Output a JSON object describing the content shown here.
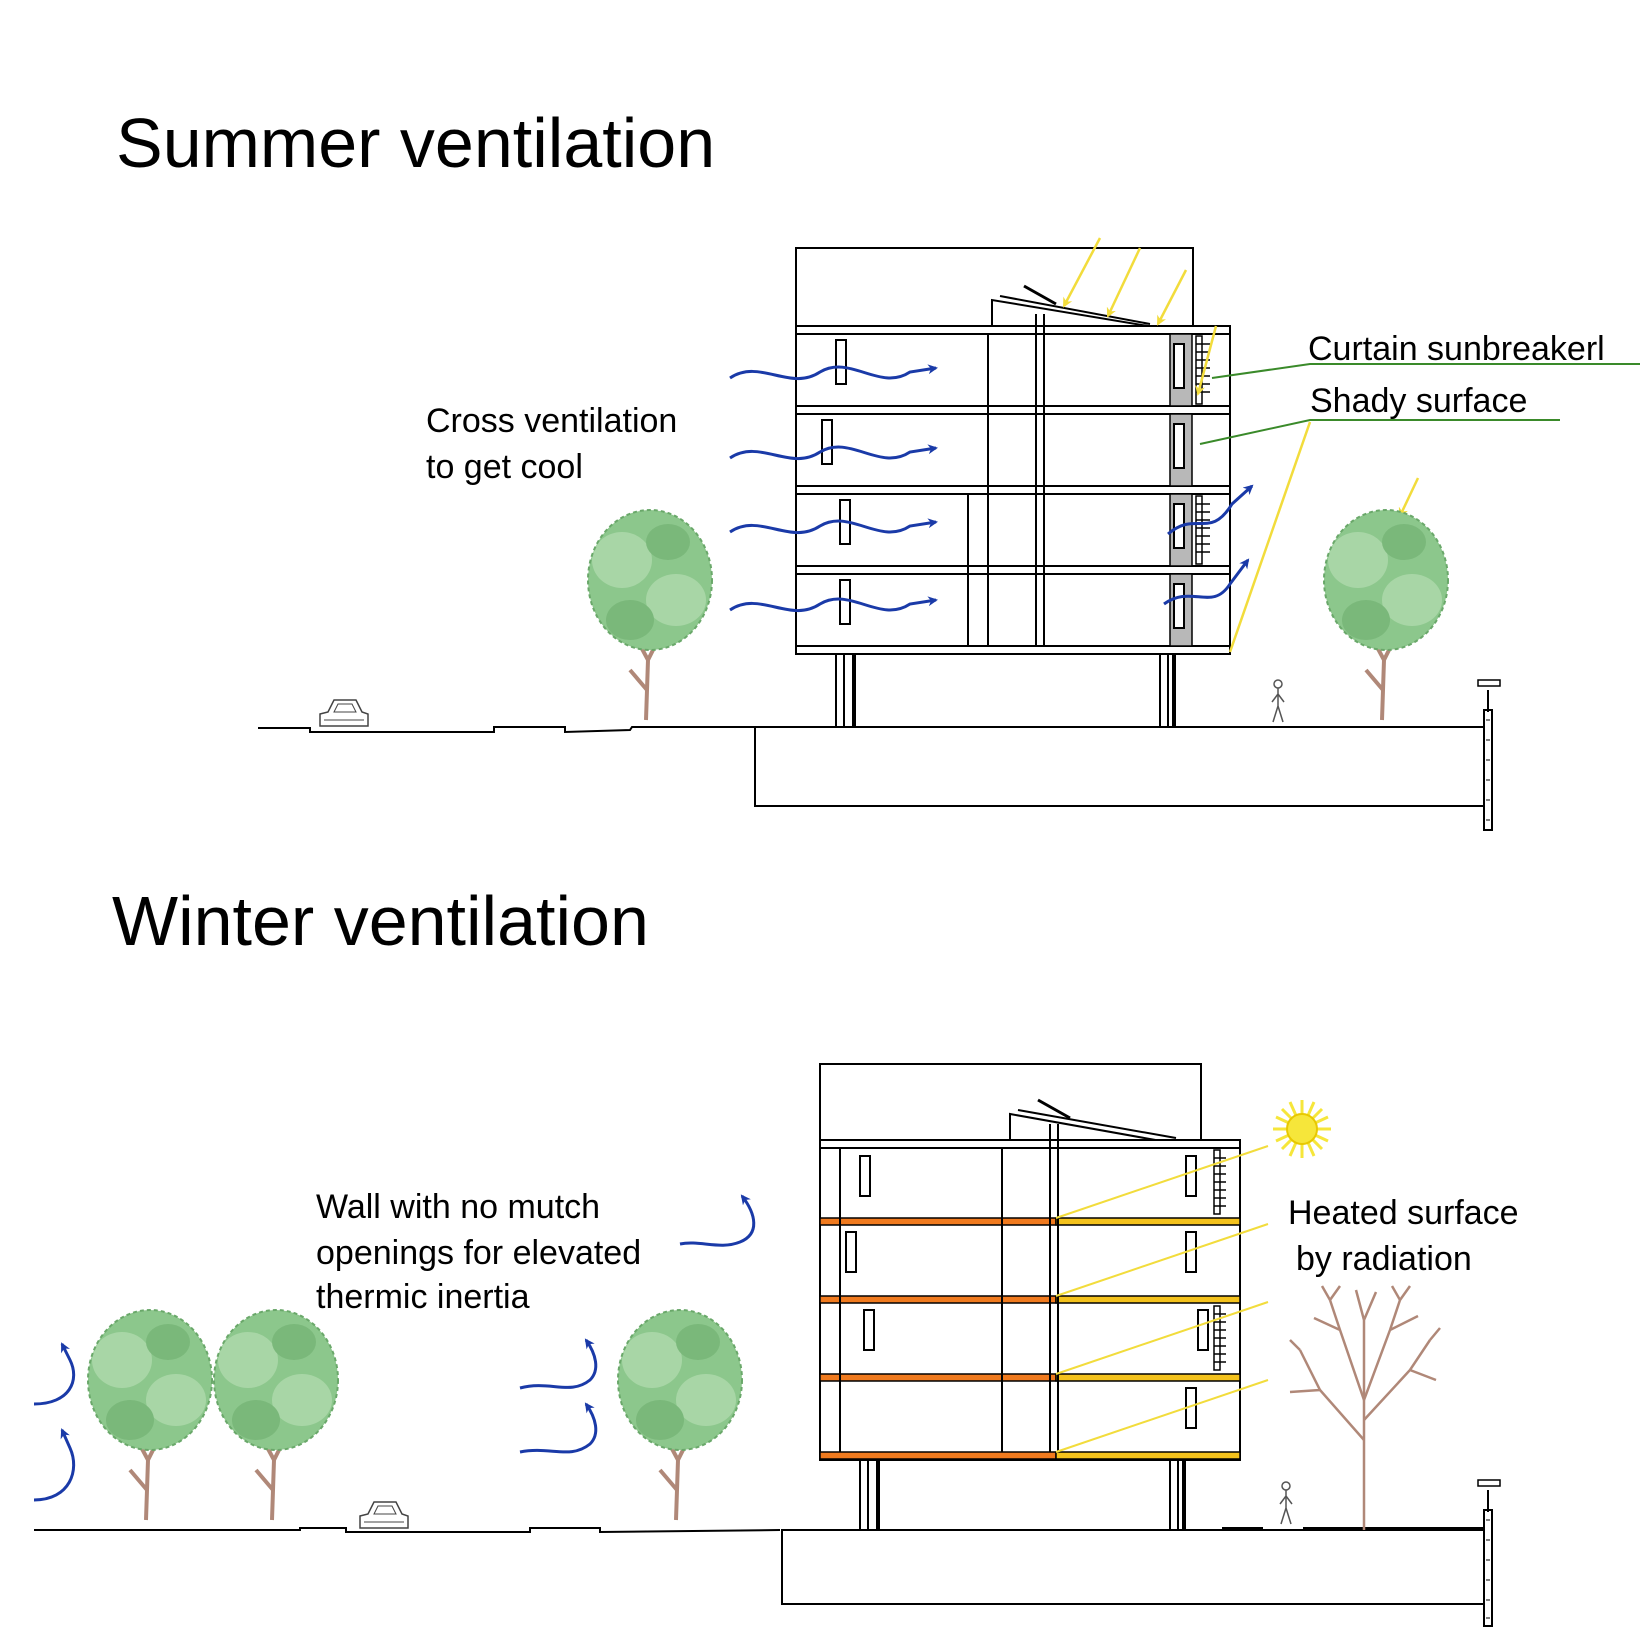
{
  "summer": {
    "title": "Summer ventilation",
    "label_cross_1": "Cross ventilation",
    "label_cross_2": "to get cool",
    "label_curtain": "Curtain sunbreakerl",
    "label_shady": "Shady surface"
  },
  "winter": {
    "title": "Winter ventilation",
    "label_wall_1": "Wall with no mutch",
    "label_wall_2": "openings for elevated",
    "label_wall_3": "thermic inertia",
    "label_heated_1": "Heated surface",
    "label_heated_2": "by radiation"
  },
  "colors": {
    "wind": "#1a3aa8",
    "sun_ray": "#f2dc3c",
    "leader": "#3a8a2a",
    "heated_floor": "#f07a1e",
    "heated_floor_outer": "#f4c21c",
    "shading": "#b8b8b8",
    "tree_leaves": "#8cc78c",
    "trunk": "#b08878",
    "sun": "#f6e63a"
  },
  "icons": [
    "wind-arrow-icon",
    "sun-ray-icon",
    "sun-icon",
    "tree-icon",
    "bare-tree-icon",
    "car-icon",
    "person-icon",
    "lamp-post-icon"
  ]
}
